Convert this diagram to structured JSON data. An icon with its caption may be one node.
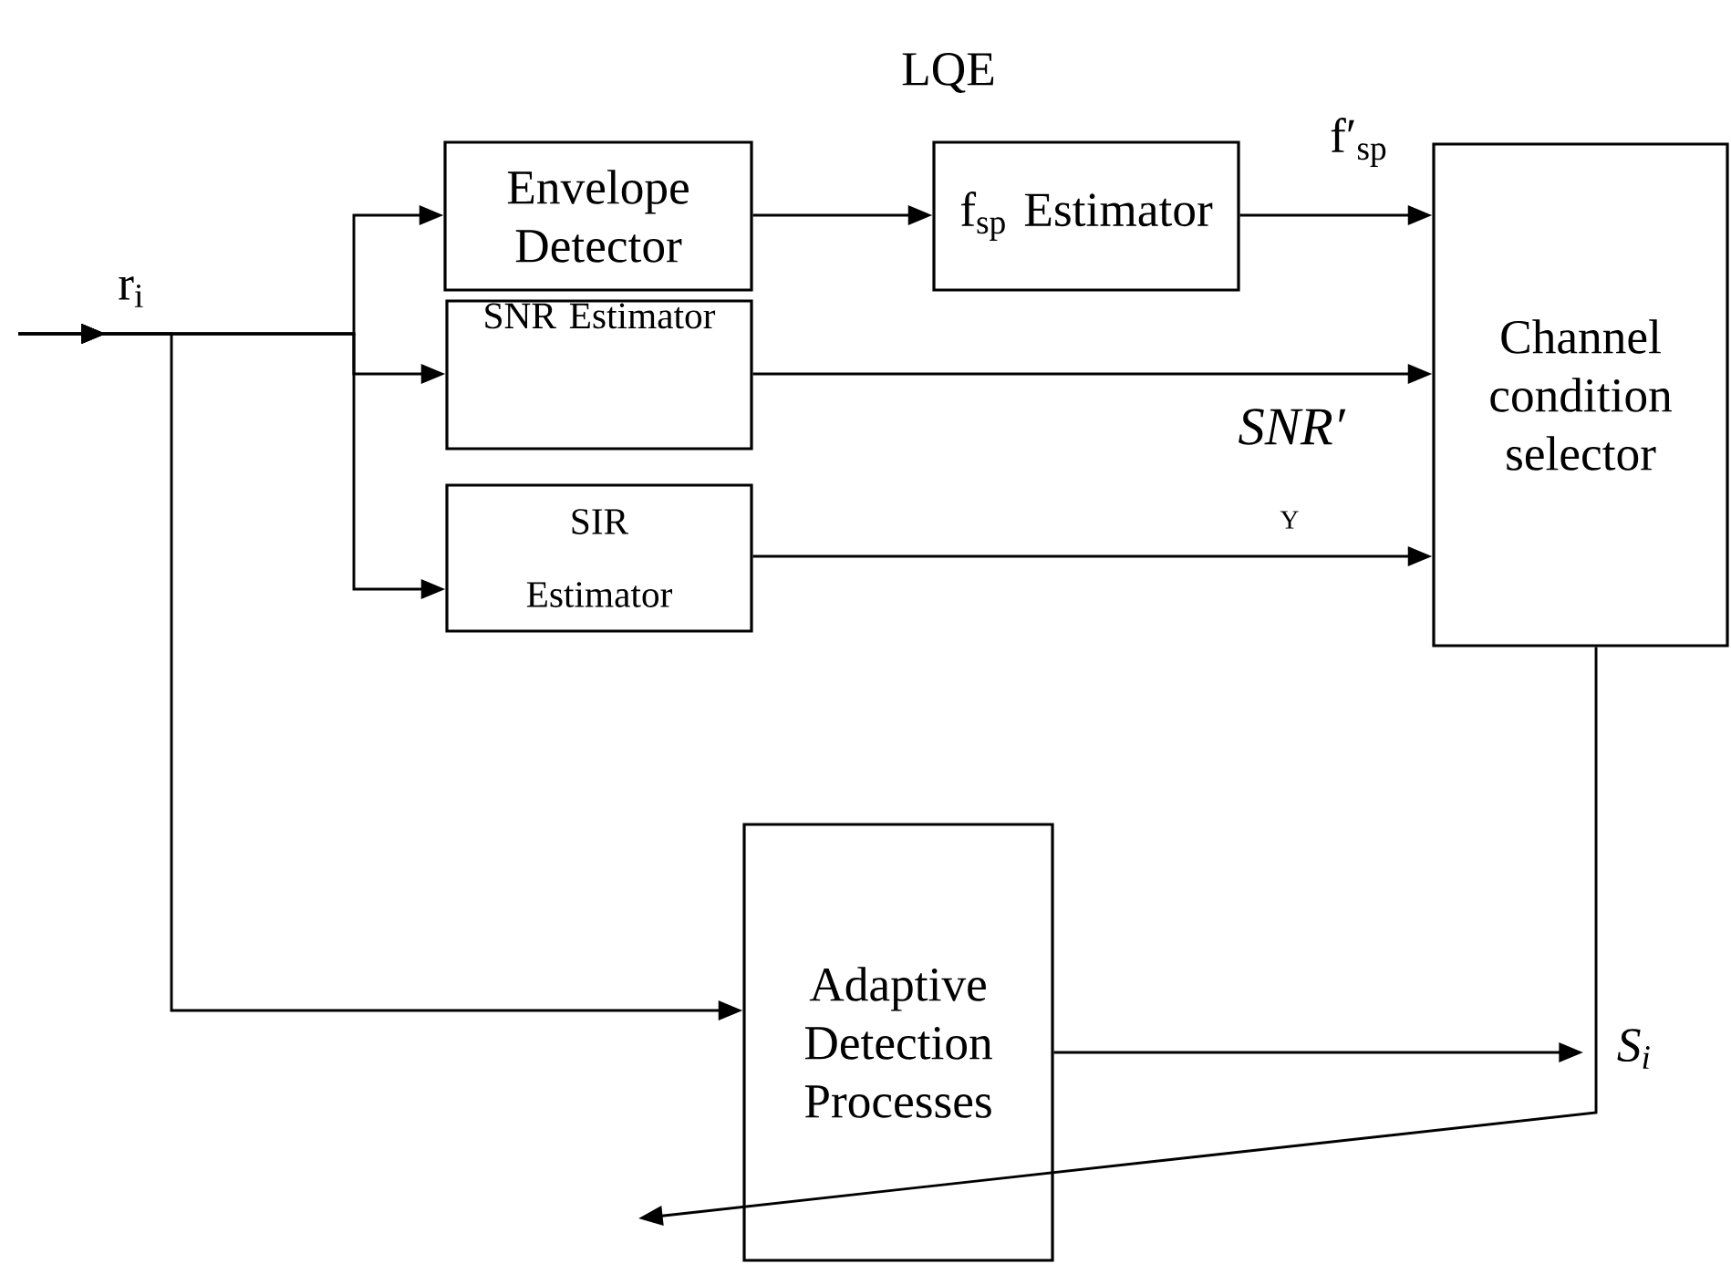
{
  "diagram": {
    "title": "LQE",
    "nodes": [
      {
        "text": [
          "Envelope Detector"
        ]
      },
      {
        "text": [
          "f$_{sp}$ Estimator"
        ]
      },
      {
        "text": [
          "SNR Estimator"
        ]
      },
      {
        "text": [
          "SIR Estimator"
        ]
      },
      {
        "text": [
          "Channel condition selector"
        ]
      },
      {
        "text": [
          "Adaptive Detection Processes"
        ]
      }
    ],
    "edges": [
      {
        "from": null,
        "to": 0,
        "arrow": "to",
        "label": "r$_{i}$"
      },
      {
        "from": null,
        "to": 2,
        "arrow": "to"
      },
      {
        "from": null,
        "to": 3,
        "arrow": "to"
      },
      {
        "from": null,
        "to": 5,
        "arrow": "to"
      },
      {
        "from": 0,
        "to": 1,
        "arrow": "to"
      },
      {
        "from": 1,
        "to": 4,
        "arrow": "to",
        "label": "f′$_{sp}$"
      },
      {
        "from": 2,
        "to": 4,
        "arrow": "to",
        "label": "SNR′"
      },
      {
        "from": 3,
        "to": 4,
        "arrow": "to",
        "label": "Y"
      },
      {
        "from": 4,
        "to": null,
        "arrow": "to"
      },
      {
        "from": 5,
        "to": null,
        "arrow": "to",
        "label": "S$_{i}$"
      }
    ]
  }
}
